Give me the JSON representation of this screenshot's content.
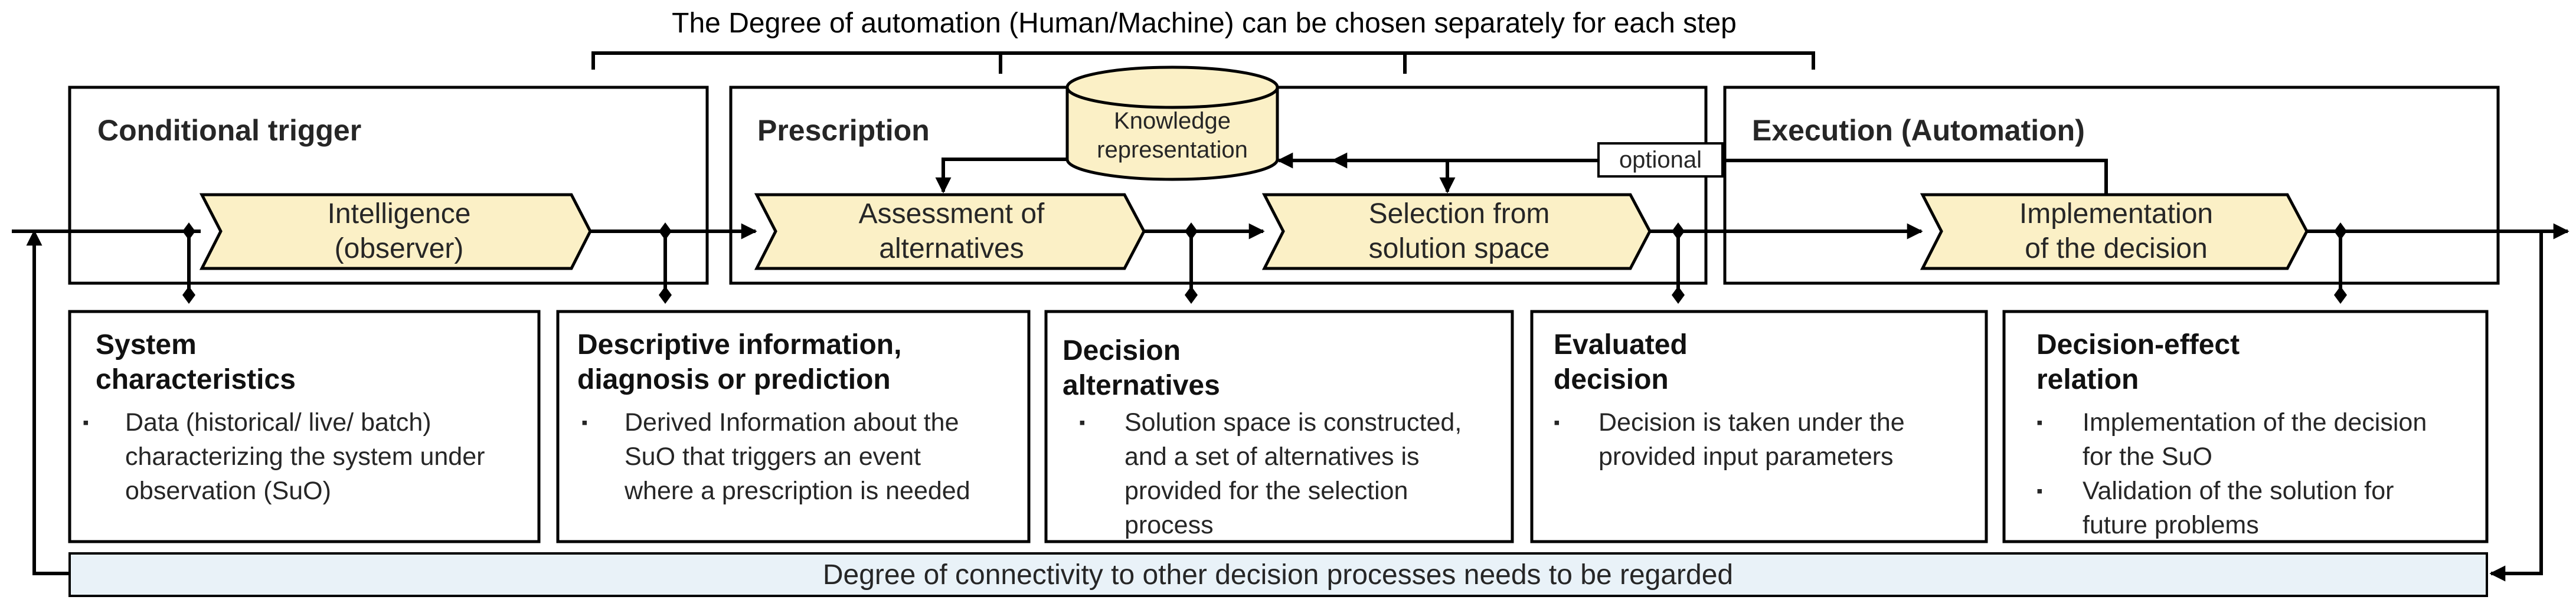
{
  "top_note": "The Degree of automation (Human/Machine) can be chosen separately for each step",
  "sections": {
    "trigger": "Conditional trigger",
    "prescription": "Prescription",
    "execution": "Execution (Automation)"
  },
  "knowledge_base": [
    "Knowledge",
    "representation"
  ],
  "optional_label": "optional",
  "steps": [
    {
      "lines": [
        "Intelligence",
        "(observer)"
      ]
    },
    {
      "lines": [
        "Assessment of",
        "alternatives"
      ]
    },
    {
      "lines": [
        "Selection from",
        "solution space"
      ]
    },
    {
      "lines": [
        "Implementation",
        "of the decision"
      ]
    }
  ],
  "info_boxes": [
    {
      "title": [
        "System",
        "characteristics"
      ],
      "bullets": [
        [
          "Data (historical/ live/ batch)",
          "characterizing the system under",
          "observation (SuO)"
        ]
      ]
    },
    {
      "title": [
        "Descriptive information,",
        "diagnosis or prediction"
      ],
      "bullets": [
        [
          "Derived Information about the",
          "SuO that triggers an event",
          "where a prescription is needed"
        ]
      ]
    },
    {
      "title": [
        "Decision",
        "alternatives"
      ],
      "bullets": [
        [
          "Solution space is constructed,",
          "and a set of alternatives is",
          "provided for the selection",
          "process"
        ]
      ]
    },
    {
      "title": [
        "Evaluated",
        "decision"
      ],
      "bullets": [
        [
          "Decision is taken under the",
          "provided input parameters"
        ]
      ]
    },
    {
      "title": [
        "Decision-effect",
        "relation"
      ],
      "bullets": [
        [
          "Implementation of the decision",
          "for the SuO"
        ],
        [
          "Validation of the solution for",
          "future problems"
        ]
      ]
    }
  ],
  "footer": "Degree of connectivity to other decision processes needs to be regarded",
  "colors": {
    "step_fill": "#fbf0c6",
    "footer_fill": "#e9f2f8",
    "stroke": "#000000",
    "text": "#262626"
  }
}
